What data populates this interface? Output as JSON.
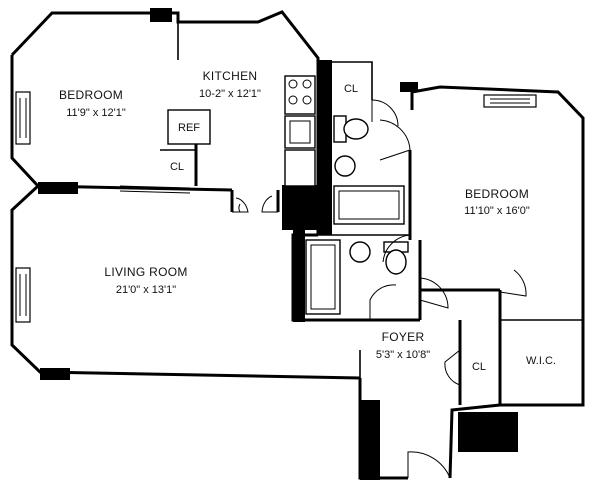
{
  "rooms": [
    {
      "name": "BEDROOM",
      "dim": "11'9\" x 12'1\""
    },
    {
      "name": "KITCHEN",
      "dim": "10-2\" x 12'1\""
    },
    {
      "name": "BEDROOM",
      "dim": "11'10\" x 16'0\""
    },
    {
      "name": "LIVING ROOM",
      "dim": "21'0\" x 13'1\""
    },
    {
      "name": "FOYER",
      "dim": "5'3\" x 10'8\""
    }
  ],
  "labels": {
    "ref": "REF",
    "cl": "CL",
    "wic": "W.I.C."
  },
  "colors": {
    "ink": "#000000",
    "paper": "#ffffff"
  }
}
